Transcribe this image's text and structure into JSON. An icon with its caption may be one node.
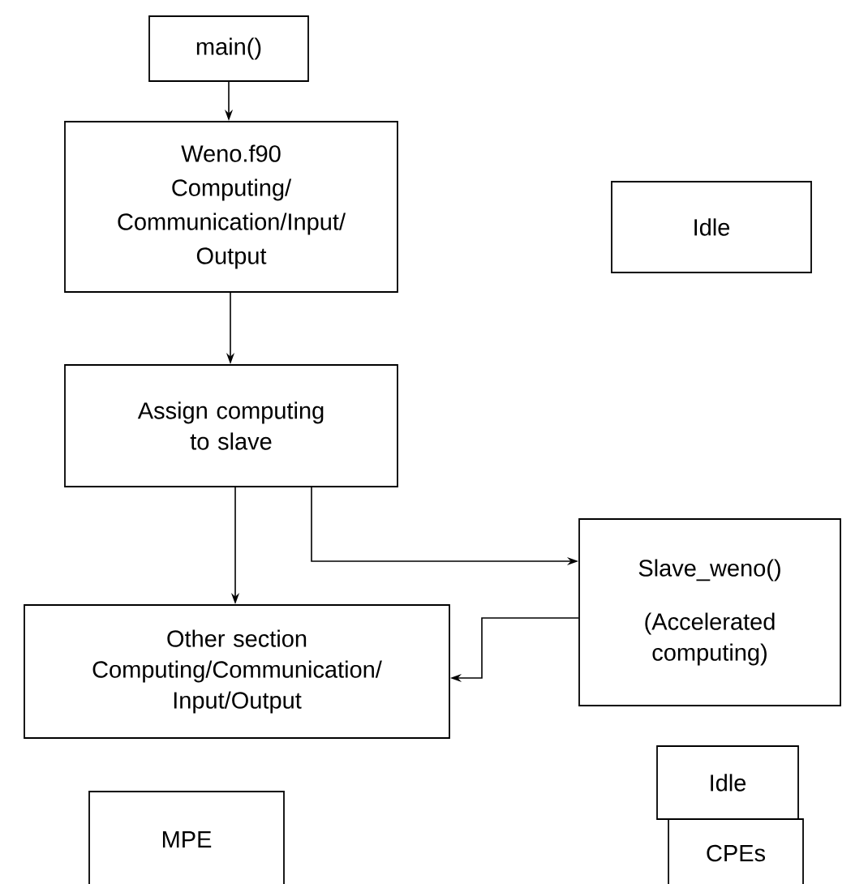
{
  "diagram": {
    "nodes": [
      {
        "text": [
          "main()"
        ]
      },
      {
        "text": [
          "Weno.f90",
          "Computing/",
          "Communication/Input/",
          "Output"
        ]
      },
      {
        "text": [
          "Idle"
        ]
      },
      {
        "text": [
          "Assign computing to slave"
        ]
      },
      {
        "text": [
          "Slave_weno()",
          "(Accelerated computing)"
        ]
      },
      {
        "text": [
          "Other section",
          "Computing/Communication/",
          "Input/Output"
        ]
      },
      {
        "text": [
          "Idle"
        ]
      },
      {
        "text": [
          "MPE"
        ]
      },
      {
        "text": [
          "CPEs"
        ]
      }
    ],
    "edges": [
      {
        "from": 0,
        "to": 1,
        "arrow": "to"
      },
      {
        "from": 1,
        "to": 3,
        "arrow": "to"
      },
      {
        "from": 3,
        "to": 5,
        "arrow": "to"
      },
      {
        "from": 3,
        "to": 4,
        "arrow": "to"
      },
      {
        "from": 4,
        "to": 5,
        "arrow": "to"
      }
    ]
  }
}
